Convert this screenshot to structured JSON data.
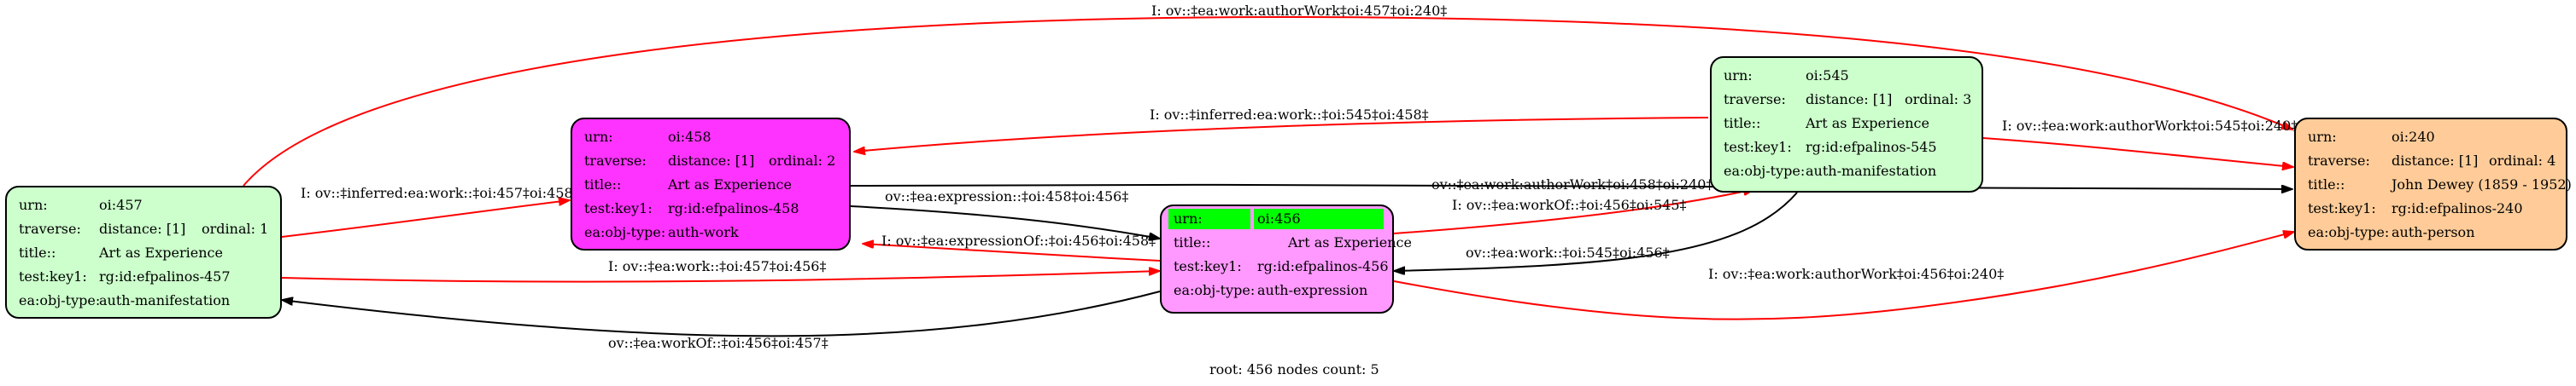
{
  "footer": "root: 456 nodes count: 5",
  "colors": {
    "manifestation": "#ccffcc",
    "work": "#ff33ff",
    "expression": "#ff99ff",
    "person": "#ffcc99",
    "root_header": "#00ff00",
    "edge_inferred": "#ff0000",
    "edge_normal": "#000000"
  },
  "nodes": {
    "oi457": {
      "urn_k": "urn:",
      "urn_v": "oi:457",
      "trav_k": "traverse:",
      "trav_v": "distance: [1]",
      "trav_v2": "ordinal: 1",
      "title_k": "title::",
      "title_v": "Art as Experience",
      "key_k": "test:key1:",
      "key_v": "rg:id:efpalinos-457",
      "type_k": "ea:obj-type:",
      "type_v": "auth-manifestation"
    },
    "oi458": {
      "urn_k": "urn:",
      "urn_v": "oi:458",
      "trav_k": "traverse:",
      "trav_v": "distance: [1]",
      "trav_v2": "ordinal: 2",
      "title_k": "title::",
      "title_v": "Art as Experience",
      "key_k": "test:key1:",
      "key_v": "rg:id:efpalinos-458",
      "type_k": "ea:obj-type:",
      "type_v": "auth-work"
    },
    "oi456": {
      "urn_k": "urn:",
      "urn_v": "oi:456",
      "title_k": "title::",
      "title_v": "Art as Experience",
      "key_k": "test:key1:",
      "key_v": "rg:id:efpalinos-456",
      "type_k": "ea:obj-type:",
      "type_v": "auth-expression"
    },
    "oi545": {
      "urn_k": "urn:",
      "urn_v": "oi:545",
      "trav_k": "traverse:",
      "trav_v": "distance: [1]",
      "trav_v2": "ordinal: 3",
      "title_k": "title::",
      "title_v": "Art as Experience",
      "key_k": "test:key1:",
      "key_v": "rg:id:efpalinos-545",
      "type_k": "ea:obj-type:",
      "type_v": "auth-manifestation"
    },
    "oi240": {
      "urn_k": "urn:",
      "urn_v": "oi:240",
      "trav_k": "traverse:",
      "trav_v": "distance: [1]",
      "trav_v2": "ordinal: 4",
      "title_k": "title::",
      "title_v": "John Dewey (1859 - 1952)",
      "key_k": "test:key1:",
      "key_v": "rg:id:efpalinos-240",
      "type_k": "ea:obj-type:",
      "type_v": "auth-person"
    }
  },
  "edges": {
    "e457_240": "I: ov::‡ea:work:authorWork‡oi:457‡oi:240‡",
    "e545_458": "I: ov::‡inferred:ea:work::‡oi:545‡oi:458‡",
    "e545_240": "I: ov::‡ea:work:authorWork‡oi:545‡oi:240‡",
    "e457_458": "I: ov::‡inferred:ea:work::‡oi:457‡oi:458‡",
    "e458_240": "ov::‡ea:work:authorWork‡oi:458‡oi:240‡",
    "e458_456": "ov::‡ea:expression::‡oi:458‡oi:456‡",
    "e456_545": "I: ov::‡ea:workOf::‡oi:456‡oi:545‡",
    "e456_458": "I: ov::‡ea:expressionOf::‡oi:456‡oi:458‡",
    "e545_456": "ov::‡ea:work::‡oi:545‡oi:456‡",
    "e457_456": "I: ov::‡ea:work::‡oi:457‡oi:456‡",
    "e456_240": "I: ov::‡ea:work:authorWork‡oi:456‡oi:240‡",
    "e456_457": "ov::‡ea:workOf::‡oi:456‡oi:457‡"
  }
}
